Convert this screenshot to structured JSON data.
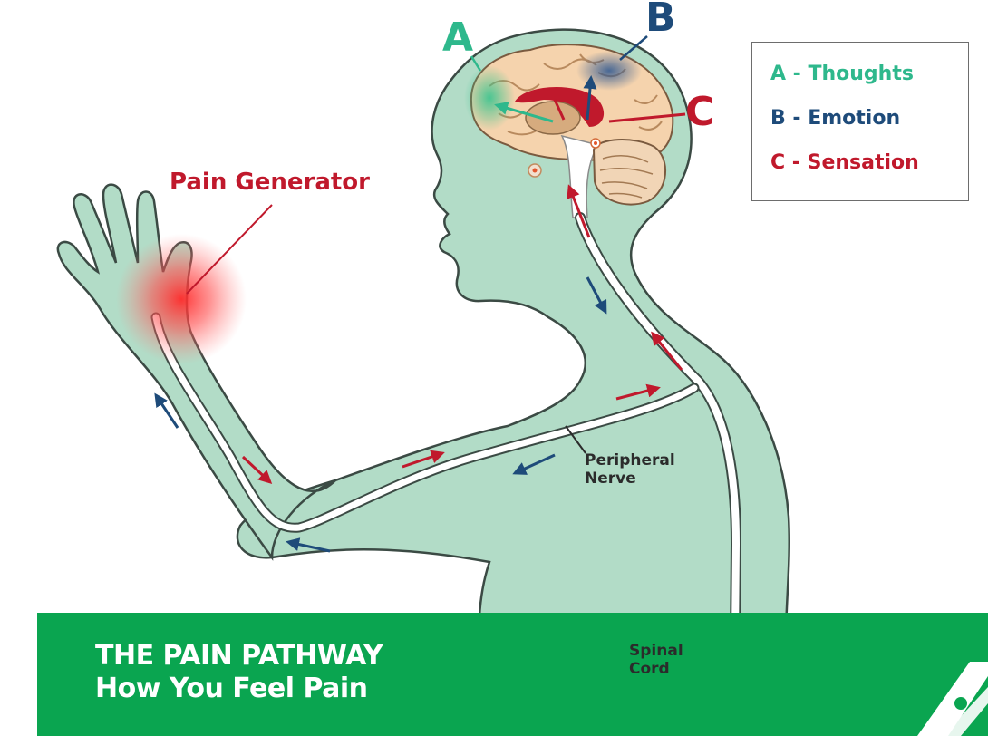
{
  "colors": {
    "body": "#b2dcc7",
    "outline": "#3b4a44",
    "nerve": "#ffffff",
    "banner": "#0aa550",
    "thoughts": "#2eb88c",
    "emotion": "#1e4b7a",
    "sensation": "#c0192c",
    "pain": "#ff3b3b"
  },
  "title": {
    "line1": "THE PAIN PATHWAY",
    "line2": "How You Feel Pain"
  },
  "brain_letters": {
    "a": "A",
    "b": "B",
    "c": "C"
  },
  "legend": {
    "a": "A - Thoughts",
    "b": "B - Emotion",
    "c": "C - Sensation"
  },
  "labels": {
    "pain_generator": "Pain Generator",
    "nerve_line1": "Peripheral",
    "nerve_line2": "Nerve",
    "cord_line1": "Spinal",
    "cord_line2": "Cord"
  },
  "icons": {
    "logo": "brand-logo-icon",
    "arrow_up": "signal-arrow-icon",
    "arrow_down": "response-arrow-icon"
  }
}
